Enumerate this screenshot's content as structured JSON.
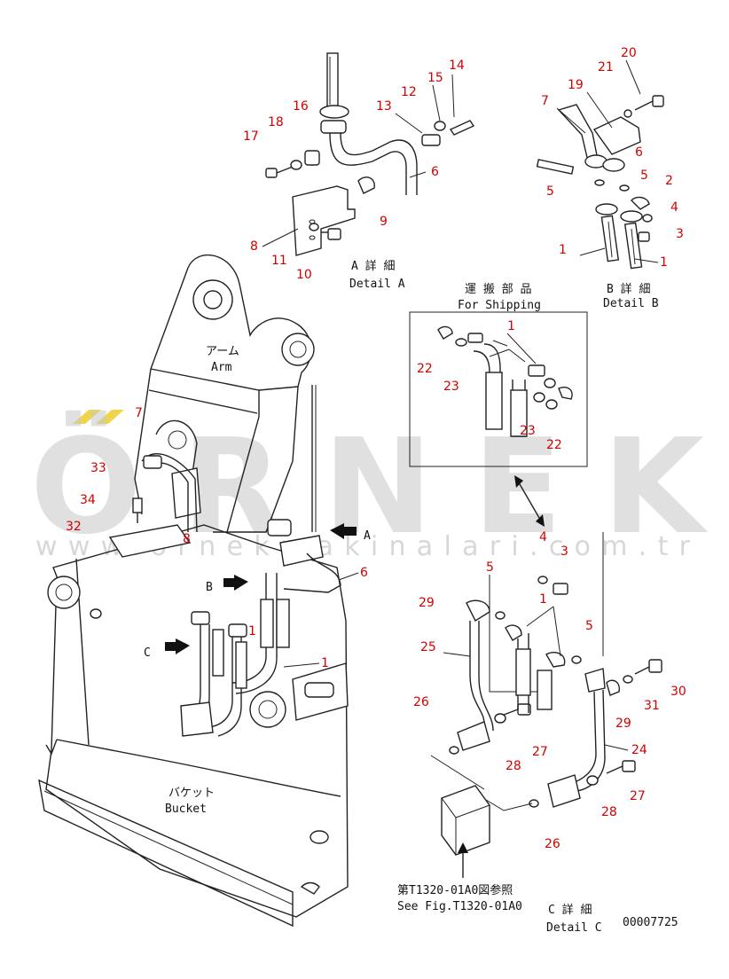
{
  "watermark": {
    "brand": "ÖRNEK",
    "site": "www.ornekmakinalari.com.tr"
  },
  "captions": {
    "detail_a_jp": "A 詳 細",
    "detail_a_en": "Detail A",
    "detail_b_jp": "B 詳 細",
    "detail_b_en": "Detail B",
    "detail_c_jp": "C 詳 細",
    "detail_c_en": "Detail C",
    "shipping_jp": "運 搬 部 品",
    "shipping_en": "For Shipping",
    "arm_jp": "アーム",
    "arm_en": "Arm",
    "bucket_jp": "バケット",
    "bucket_en": "Bucket",
    "see_fig_jp": "第T1320-01A0図参照",
    "see_fig_en": "See Fig.T1320-01A0",
    "drawing_no": "00007725",
    "view_a": "A",
    "view_b": "B",
    "view_c": "C"
  },
  "callouts": {
    "a": [
      "20",
      "21",
      "19",
      "7",
      "6",
      "5",
      "5",
      "2",
      "4",
      "3",
      "1",
      "1"
    ],
    "b": [
      "14",
      "15",
      "12",
      "13",
      "16",
      "18",
      "17",
      "6",
      "9",
      "8",
      "11",
      "10"
    ],
    "c": [
      "1",
      "22",
      "23",
      "23",
      "22"
    ],
    "d": [
      "7",
      "33",
      "34",
      "32",
      "8",
      "6",
      "1",
      "1"
    ],
    "e": [
      "4",
      "3",
      "5",
      "1",
      "5",
      "29",
      "25",
      "26",
      "27",
      "28",
      "24",
      "27",
      "28",
      "26",
      "29",
      "31",
      "30"
    ]
  }
}
